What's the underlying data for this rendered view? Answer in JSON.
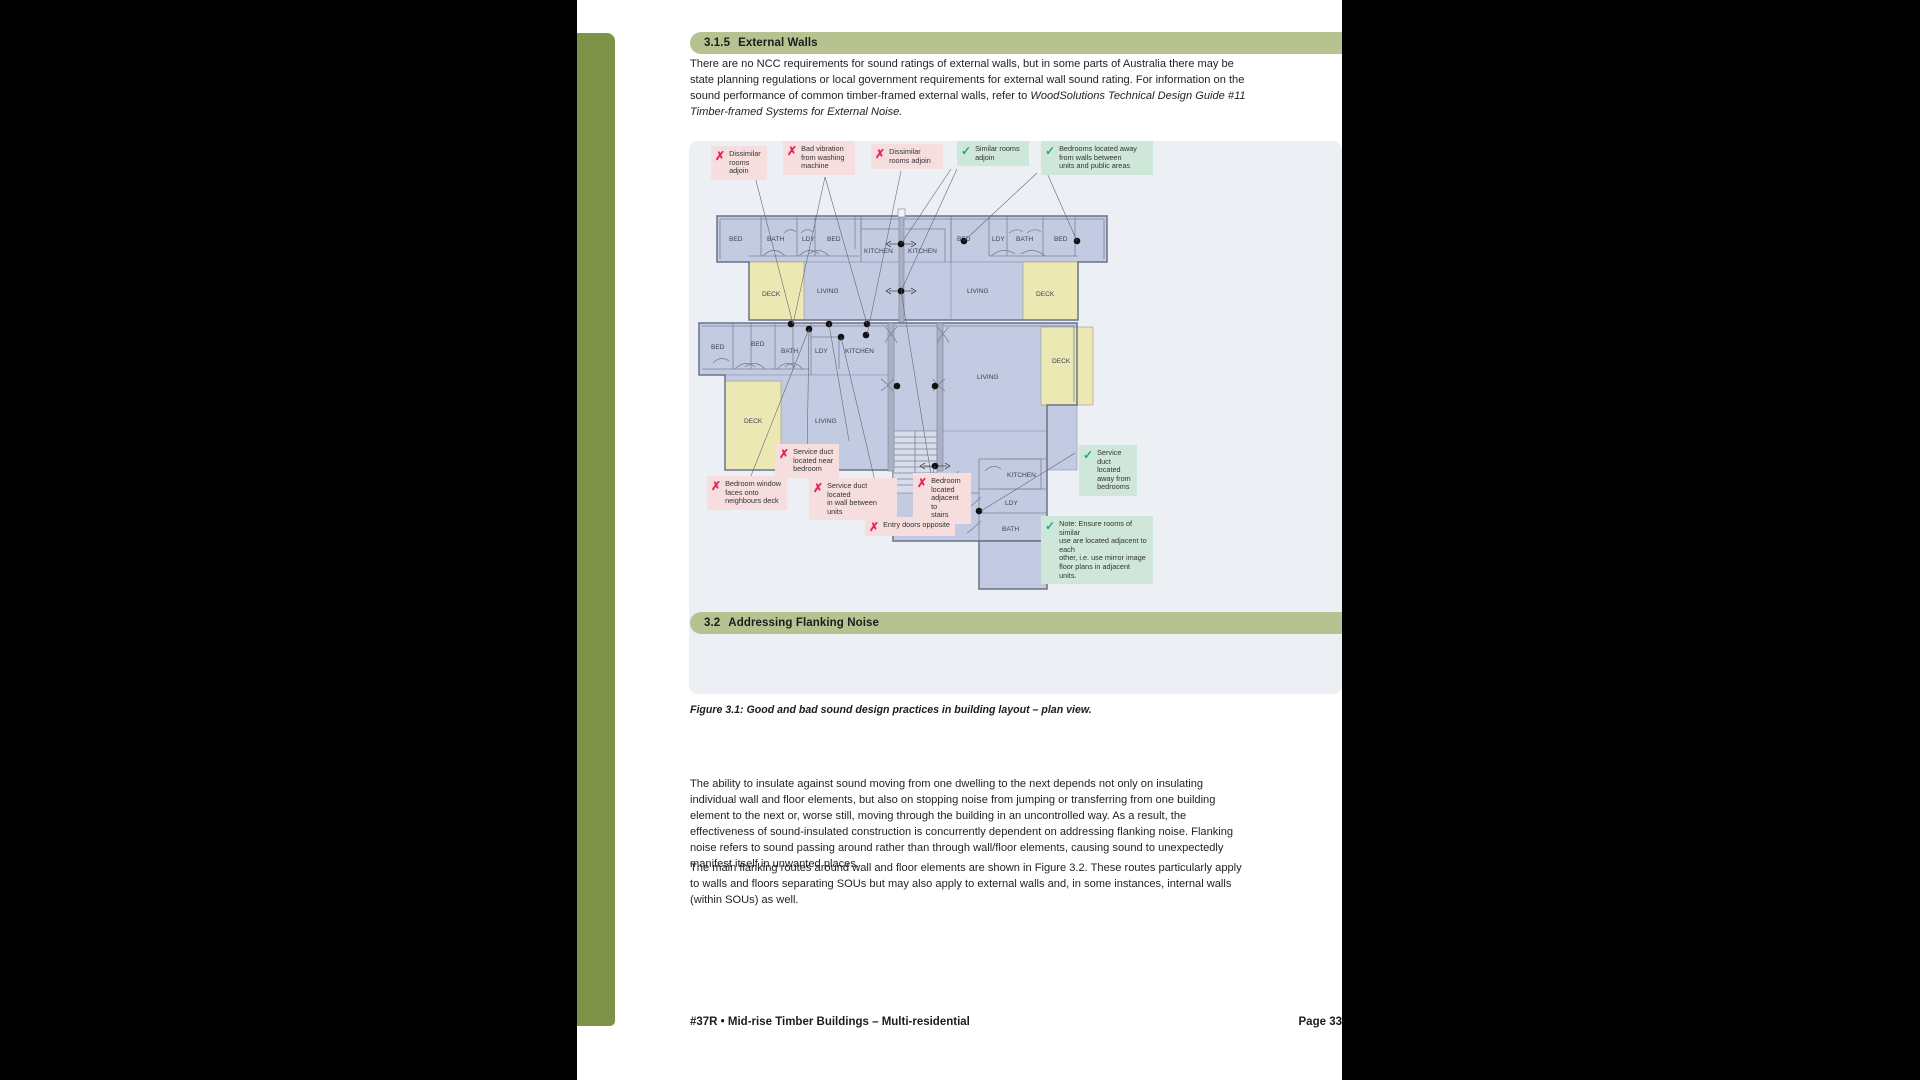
{
  "page": {
    "accent_green": "#7f9348",
    "heading_bar_green": "#b6c391",
    "figure_bg": "#eceff3"
  },
  "section_315": {
    "number": "3.1.5",
    "title": "External Walls",
    "paragraph": "There are no NCC requirements for sound ratings of external walls, but in some parts of Australia there may be state planning regulations or local government requirements for external wall sound rating. For information on the sound performance of common timber-framed external walls, refer to ",
    "paragraph_italic": "WoodSolutions Technical Design Guide #11 Timber-framed Systems for External Noise."
  },
  "figure": {
    "caption": "Figure 3.1: Good and bad sound design practices in building layout – plan view.",
    "bad_mark": "✗",
    "good_mark": "✓",
    "callouts": [
      {
        "id": "dissimilar-rooms-adjoin-left",
        "type": "bad",
        "text": "Dissimilar\nrooms\nadjoin"
      },
      {
        "id": "bad-vibration-washing-machine",
        "type": "bad",
        "text": "Bad vibration\nfrom washing\nmachine"
      },
      {
        "id": "dissimilar-rooms-adjoin-mid",
        "type": "bad",
        "text": "Dissimilar\nrooms adjoin"
      },
      {
        "id": "similar-rooms-adjoin",
        "type": "good",
        "text": "Similar rooms\nadjoin"
      },
      {
        "id": "bedrooms-away-from-public-walls",
        "type": "good",
        "text": "Bedrooms located away\nfrom walls between\nunits and public areas"
      },
      {
        "id": "service-duct-near-bedroom",
        "type": "bad",
        "text": "Service duct\nlocated near\nbedroom"
      },
      {
        "id": "bedroom-window-faces-deck",
        "type": "bad",
        "text": "Bedroom window\nfaces onto\nneighbours deck"
      },
      {
        "id": "service-duct-in-party-wall",
        "type": "bad",
        "text": "Service duct located\nin wall between units"
      },
      {
        "id": "bedroom-adjacent-to-stairs",
        "type": "bad",
        "text": "Bedroom\nlocated\nadjacent to\nstairs"
      },
      {
        "id": "entry-doors-opposite",
        "type": "bad",
        "text": "Entry doors opposite"
      },
      {
        "id": "service-duct-away-from-bedrooms",
        "type": "good",
        "text": "Service\nduct\nlocated\naway from\nbedrooms"
      },
      {
        "id": "note-mirror-image-plans",
        "type": "good",
        "text": "Note: Ensure rooms of similar\nuse are located adjacent to each\nother, i.e. use mirror image\nfloor plans in adjacent units."
      }
    ],
    "room_labels": {
      "bed": "BED",
      "bath": "BATH",
      "ldy": "LDY",
      "kitchen": "KITCHEN",
      "living": "LIVING",
      "deck": "DECK"
    }
  },
  "section_32": {
    "number": "3.2",
    "title": "Addressing Flanking Noise",
    "paragraph_1": "The ability to insulate against sound moving from one dwelling to the next depends not only on insulating individual wall and floor elements, but also on stopping noise from jumping or transferring from one building element to the next or, worse still, moving through the building in an uncontrolled way. As a result, the effectiveness of sound-insulated construction is concurrently dependent on addressing flanking noise. Flanking noise refers to sound passing around rather than through wall/floor elements, causing sound to unexpectedly manifest itself in unwanted places.",
    "paragraph_2": "The main flanking routes around wall and floor elements are shown in Figure 3.2. These routes particularly apply to walls and floors separating SOUs but may also apply to external walls and, in some instances, internal walls (within SOUs) as well."
  },
  "footer": {
    "left": "#37R • Mid-rise Timber Buildings – Multi-residential",
    "right": "Page 33"
  }
}
